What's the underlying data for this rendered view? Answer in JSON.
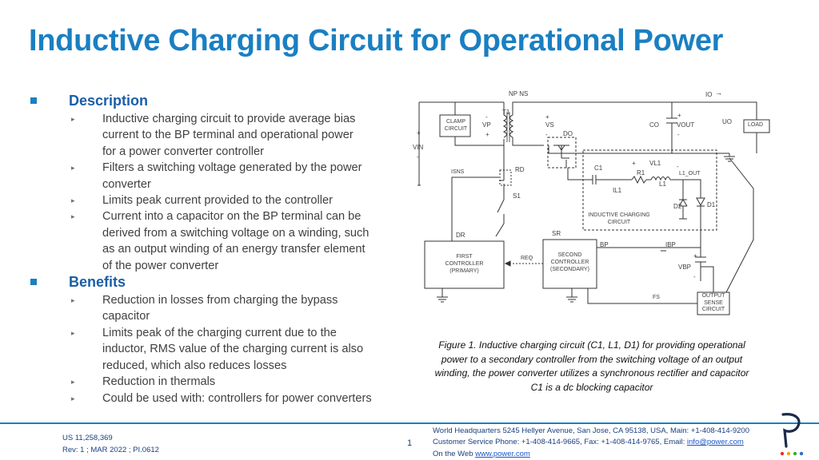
{
  "title": "Inductive Charging Circuit for Operational Power",
  "sections": [
    {
      "label": "Description",
      "items": [
        [
          "Inductive charging circuit to provide average bias",
          "current to the BP terminal and operational power",
          "for a power converter controller"
        ],
        [
          "Filters a switching voltage generated by the power",
          "converter"
        ],
        [
          "Limits peak current provided to the controller"
        ],
        [
          "Current into a capacitor on the BP terminal can be",
          "derived from a switching voltage on a winding, such",
          "as an output winding of an energy transfer element",
          "of the power converter"
        ]
      ]
    },
    {
      "label": "Benefits",
      "items": [
        [
          "Reduction in losses from charging the bypass",
          "capacitor"
        ],
        [
          "Limits peak of the charging current due to the",
          "inductor, RMS value of the charging current is also",
          "reduced, which also reduces losses"
        ],
        [
          "Reduction in thermals"
        ],
        [
          "Could be used with: controllers for power converters"
        ]
      ]
    }
  ],
  "diagram": {
    "labels": {
      "np_ns": "NP NS",
      "t1": "T1",
      "clamp": [
        "CLAMP",
        "CIRCUIT"
      ],
      "vp": "VP",
      "vs": "VS",
      "vin": "VIN",
      "do": "DO",
      "io": "IO",
      "co": "CO",
      "vout": "VOUT",
      "uo": "UO",
      "load": "LOAD",
      "isns": "ISNS",
      "rd": "RD",
      "s1": "S1",
      "c1": "C1",
      "r1": "R1",
      "vl1": "VL1",
      "l1": "L1",
      "l1_out": "L1_OUT",
      "il1": "IL1",
      "d1": "D1",
      "d2": "D2",
      "icc": [
        "INDUCTIVE CHARGING",
        "CIRCUIT"
      ],
      "dr": "DR",
      "sr": "SR",
      "bp": "BP",
      "ibp": "IBP",
      "vbp": "VBP",
      "req": "REQ",
      "fs": "FS",
      "first": [
        "FIRST",
        "CONTROLLER",
        "(PRIMARY)"
      ],
      "second": [
        "SECOND",
        "CONTROLLER",
        "(SECONDARY)"
      ],
      "osc": [
        "OUTPUT",
        "SENSE",
        "CIRCUIT"
      ],
      "plus": "+",
      "minus": "-"
    }
  },
  "caption": [
    "Figure 1. Inductive charging circuit (C1, L1, D1) for providing operational",
    "power to a secondary controller from the switching voltage of an output",
    "winding, the power converter utilizes a synchronous rectifier and capacitor",
    "C1 is a dc blocking capacitor"
  ],
  "footer": {
    "patent": "US 11,258,369",
    "rev": "Rev: 1 ; MAR 2022 ; PI.0612",
    "page": "1",
    "hq": "World Headquarters 5245 Hellyer Avenue, San Jose, CA 95138, USA, Main: +1-408-414-9200",
    "service": "Customer Service Phone: +1-408-414-9665, Fax: +1-408-414-9765, Email: ",
    "email": "info@power.com",
    "web_prefix": "On the Web ",
    "web": "www.power.com"
  },
  "colors": {
    "title": "#1a7fc2",
    "section": "#1a5ea8",
    "footer_text": "#1a3f80",
    "link": "#1a56c8"
  },
  "logo": "power-integrations-logo"
}
